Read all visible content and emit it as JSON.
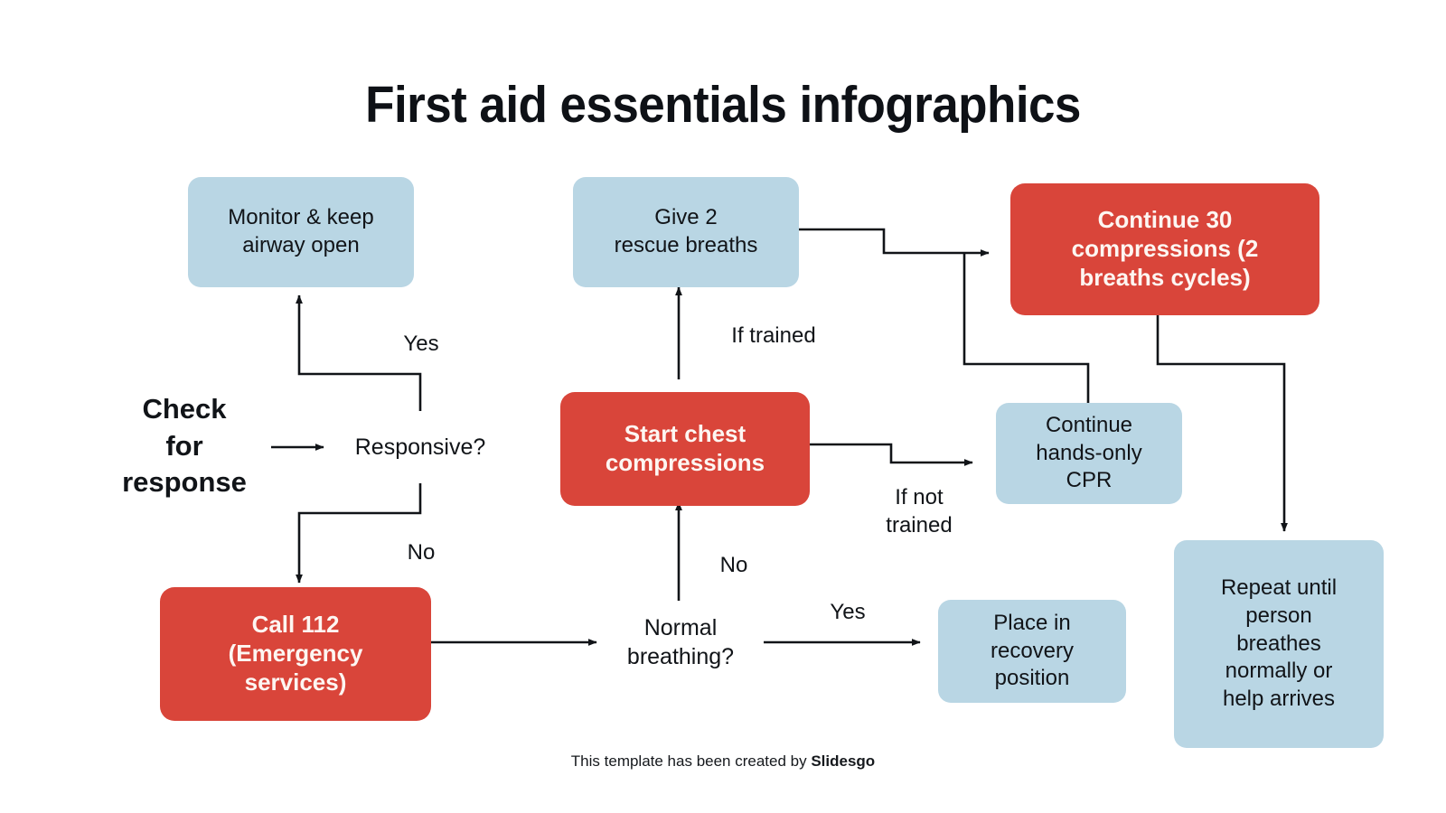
{
  "title": "First aid essentials infographics",
  "footer": {
    "prefix": "This template has been created by ",
    "brand": "Slidesgo"
  },
  "colors": {
    "background": "#ffffff",
    "node_blue": "#b9d6e4",
    "node_red": "#d9453a",
    "text_dark": "#111418",
    "text_on_red": "#fdf6f2",
    "connector": "#111418"
  },
  "chart_data": {
    "type": "diagram",
    "diagram_kind": "flowchart",
    "title": "First aid essentials infographics",
    "orientation": "left-to-right",
    "nodes": [
      {
        "id": "check-for-response",
        "label": "Check\nfor\nresponse",
        "shape": "plain-bold",
        "style": "none"
      },
      {
        "id": "responsive",
        "label": "Responsive?",
        "shape": "plain-decision",
        "style": "none"
      },
      {
        "id": "monitor-airway",
        "label": "Monitor & keep\nairway open",
        "shape": "rounded-rect",
        "style": "blue"
      },
      {
        "id": "call-112",
        "label": "Call 112\n(Emergency\nservices)",
        "shape": "rounded-rect",
        "style": "red"
      },
      {
        "id": "normal-breathing",
        "label": "Normal\nbreathing?",
        "shape": "plain-decision",
        "style": "none"
      },
      {
        "id": "recovery-position",
        "label": "Place in\nrecovery\nposition",
        "shape": "rounded-rect",
        "style": "blue"
      },
      {
        "id": "start-compressions",
        "label": "Start chest\ncompressions",
        "shape": "rounded-rect",
        "style": "red"
      },
      {
        "id": "rescue-breaths",
        "label": "Give 2\nrescue breaths",
        "shape": "rounded-rect",
        "style": "blue"
      },
      {
        "id": "hands-only-cpr",
        "label": "Continue\nhands-only\nCPR",
        "shape": "rounded-rect",
        "style": "blue"
      },
      {
        "id": "continue-30",
        "label": "Continue 30\ncompressions (2\nbreaths cycles)",
        "shape": "rounded-rect",
        "style": "red"
      },
      {
        "id": "repeat-until",
        "label": "Repeat until\nperson\nbreathes\nnormally or\nhelp arrives",
        "shape": "rounded-rect",
        "style": "blue"
      }
    ],
    "edges": [
      {
        "from": "check-for-response",
        "to": "responsive",
        "label": ""
      },
      {
        "from": "responsive",
        "to": "monitor-airway",
        "label": "Yes"
      },
      {
        "from": "responsive",
        "to": "call-112",
        "label": "No"
      },
      {
        "from": "call-112",
        "to": "normal-breathing",
        "label": ""
      },
      {
        "from": "normal-breathing",
        "to": "recovery-position",
        "label": "Yes"
      },
      {
        "from": "normal-breathing",
        "to": "start-compressions",
        "label": "No"
      },
      {
        "from": "start-compressions",
        "to": "rescue-breaths",
        "label": "If trained"
      },
      {
        "from": "start-compressions",
        "to": "hands-only-cpr",
        "label": "If not\ntrained"
      },
      {
        "from": "rescue-breaths",
        "to": "continue-30",
        "label": ""
      },
      {
        "from": "hands-only-cpr",
        "to": "continue-30",
        "label": ""
      },
      {
        "from": "continue-30",
        "to": "repeat-until",
        "label": ""
      }
    ]
  },
  "nodes": {
    "monitor_airway": "Monitor & keep\nairway open",
    "rescue_breaths": "Give 2\nrescue breaths",
    "continue_30": "Continue 30\ncompressions (2\nbreaths cycles)",
    "check_for_response": "Check\nfor\nresponse",
    "responsive": "Responsive?",
    "start_compressions": "Start chest\ncompressions",
    "hands_only_cpr": "Continue\nhands-only\nCPR",
    "call_112": "Call 112\n(Emergency\nservices)",
    "normal_breathing": "Normal\nbreathing?",
    "recovery_position": "Place in\nrecovery\nposition",
    "repeat_until": "Repeat until\nperson\nbreathes\nnormally or\nhelp arrives"
  },
  "edge_labels": {
    "yes_responsive": "Yes",
    "no_responsive": "No",
    "if_trained": "If trained",
    "if_not_trained": "If not\ntrained",
    "no_breathing": "No",
    "yes_breathing": "Yes"
  }
}
